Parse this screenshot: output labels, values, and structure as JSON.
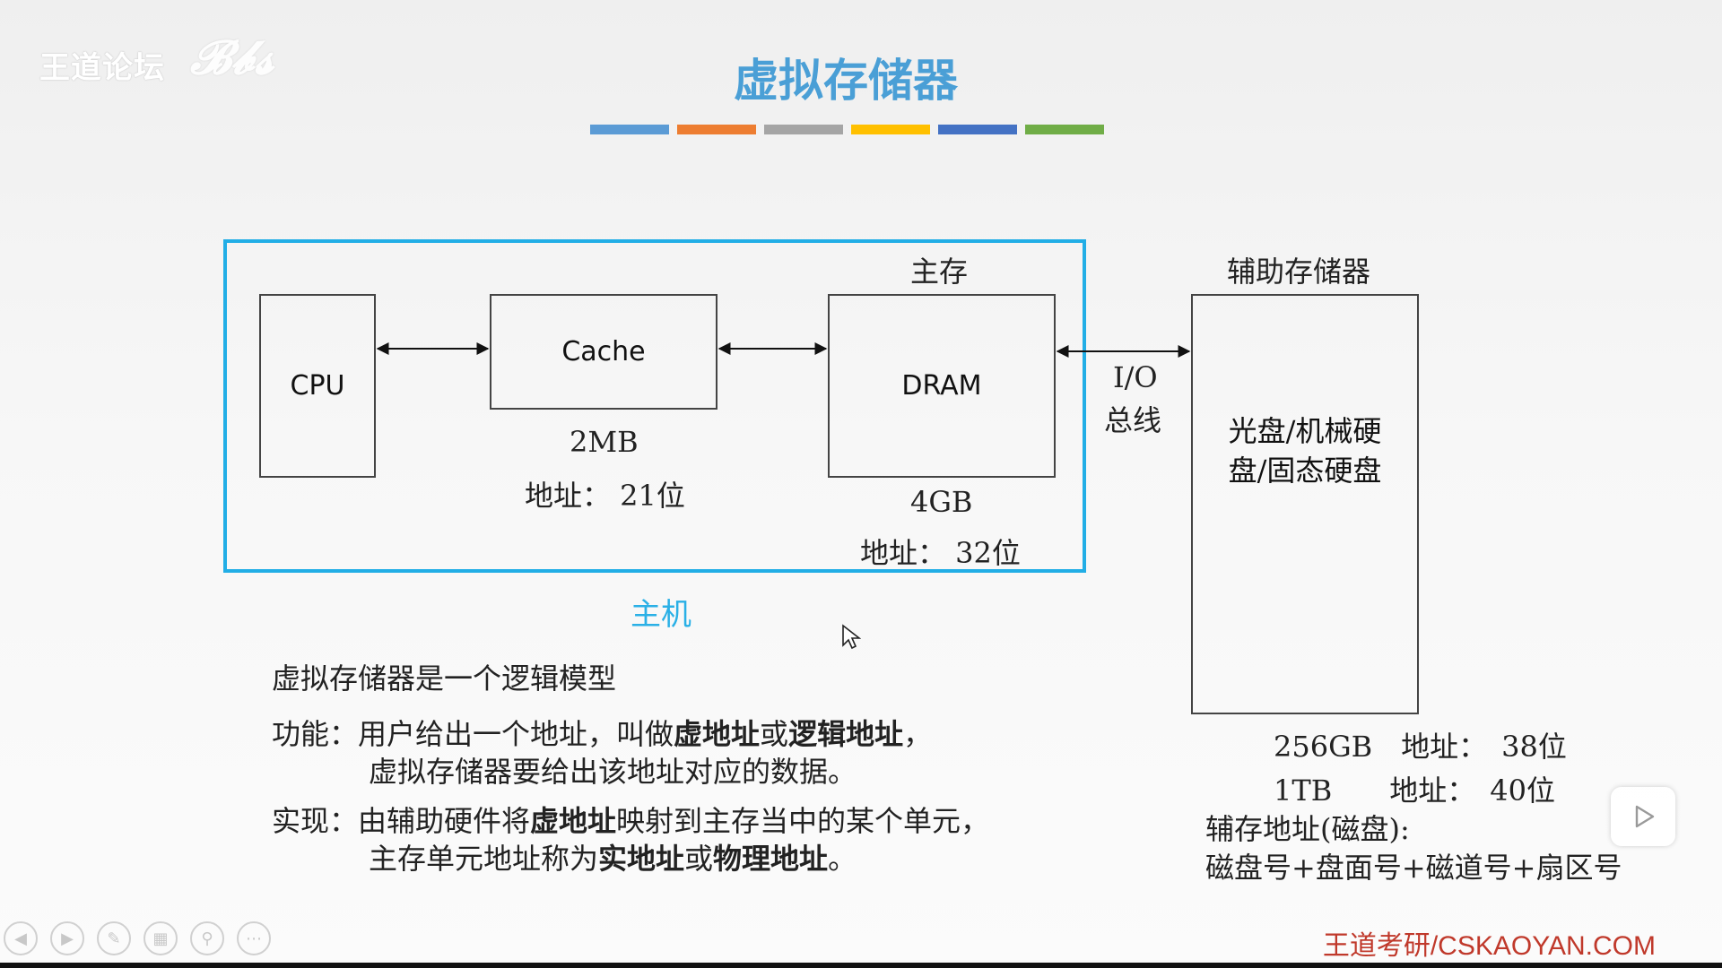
{
  "slide": {
    "watermark": "王道论坛",
    "title": "虚拟存储器",
    "title_bar_colors": [
      "#5b9bd5",
      "#ed7d31",
      "#a5a5a5",
      "#ffc000",
      "#4472c4",
      "#70ad47"
    ],
    "host_frame_color": "#22aee6",
    "brand": "王道考研/CSKAOYAN.COM"
  },
  "diagram": {
    "cpu_label": "CPU",
    "cache_label": "Cache",
    "cache_size": "2MB",
    "cache_address": "地址： 21位",
    "main_memory_title": "主存",
    "dram_label": "DRAM",
    "dram_size": "4GB",
    "dram_address": "地址： 32位",
    "io_bus_line1": "I/O",
    "io_bus_line2": "总线",
    "aux_title": "辅助存储器",
    "aux_content_line1": "光盘/机械硬",
    "aux_content_line2": "盘/固态硬盘",
    "host_label": "主机",
    "aux_spec1": "256GB　地址：　38位",
    "aux_spec2": "1TB　　地址：　40位",
    "aux_addr_title": "辅存地址(磁盘):",
    "aux_addr_format": "磁盘号+盘面号+磁道号+扇区号"
  },
  "text": {
    "intro": "虚拟存储器是一个逻辑模型",
    "func_head": "功能：",
    "func_l1_a": "用户给出一个地址，叫做",
    "func_l1_b": "虚地址",
    "func_l1_c": "或",
    "func_l1_d": "逻辑地址",
    "func_l1_e": "，",
    "func_l2": "虚拟存储器要给出该地址对应的数据。",
    "impl_head": "实现：",
    "impl_l1_a": "由辅助硬件将",
    "impl_l1_b": "虚地址",
    "impl_l1_c": "映射到主存当中的某个单元，",
    "impl_l2_a": "主存单元地址称为",
    "impl_l2_b": "实地址",
    "impl_l2_c": "或",
    "impl_l2_d": "物理地址",
    "impl_l2_e": "。"
  },
  "controls": {
    "icons": [
      "prev-icon",
      "next-icon",
      "pen-icon",
      "slides-icon",
      "zoom-icon",
      "more-icon"
    ]
  }
}
